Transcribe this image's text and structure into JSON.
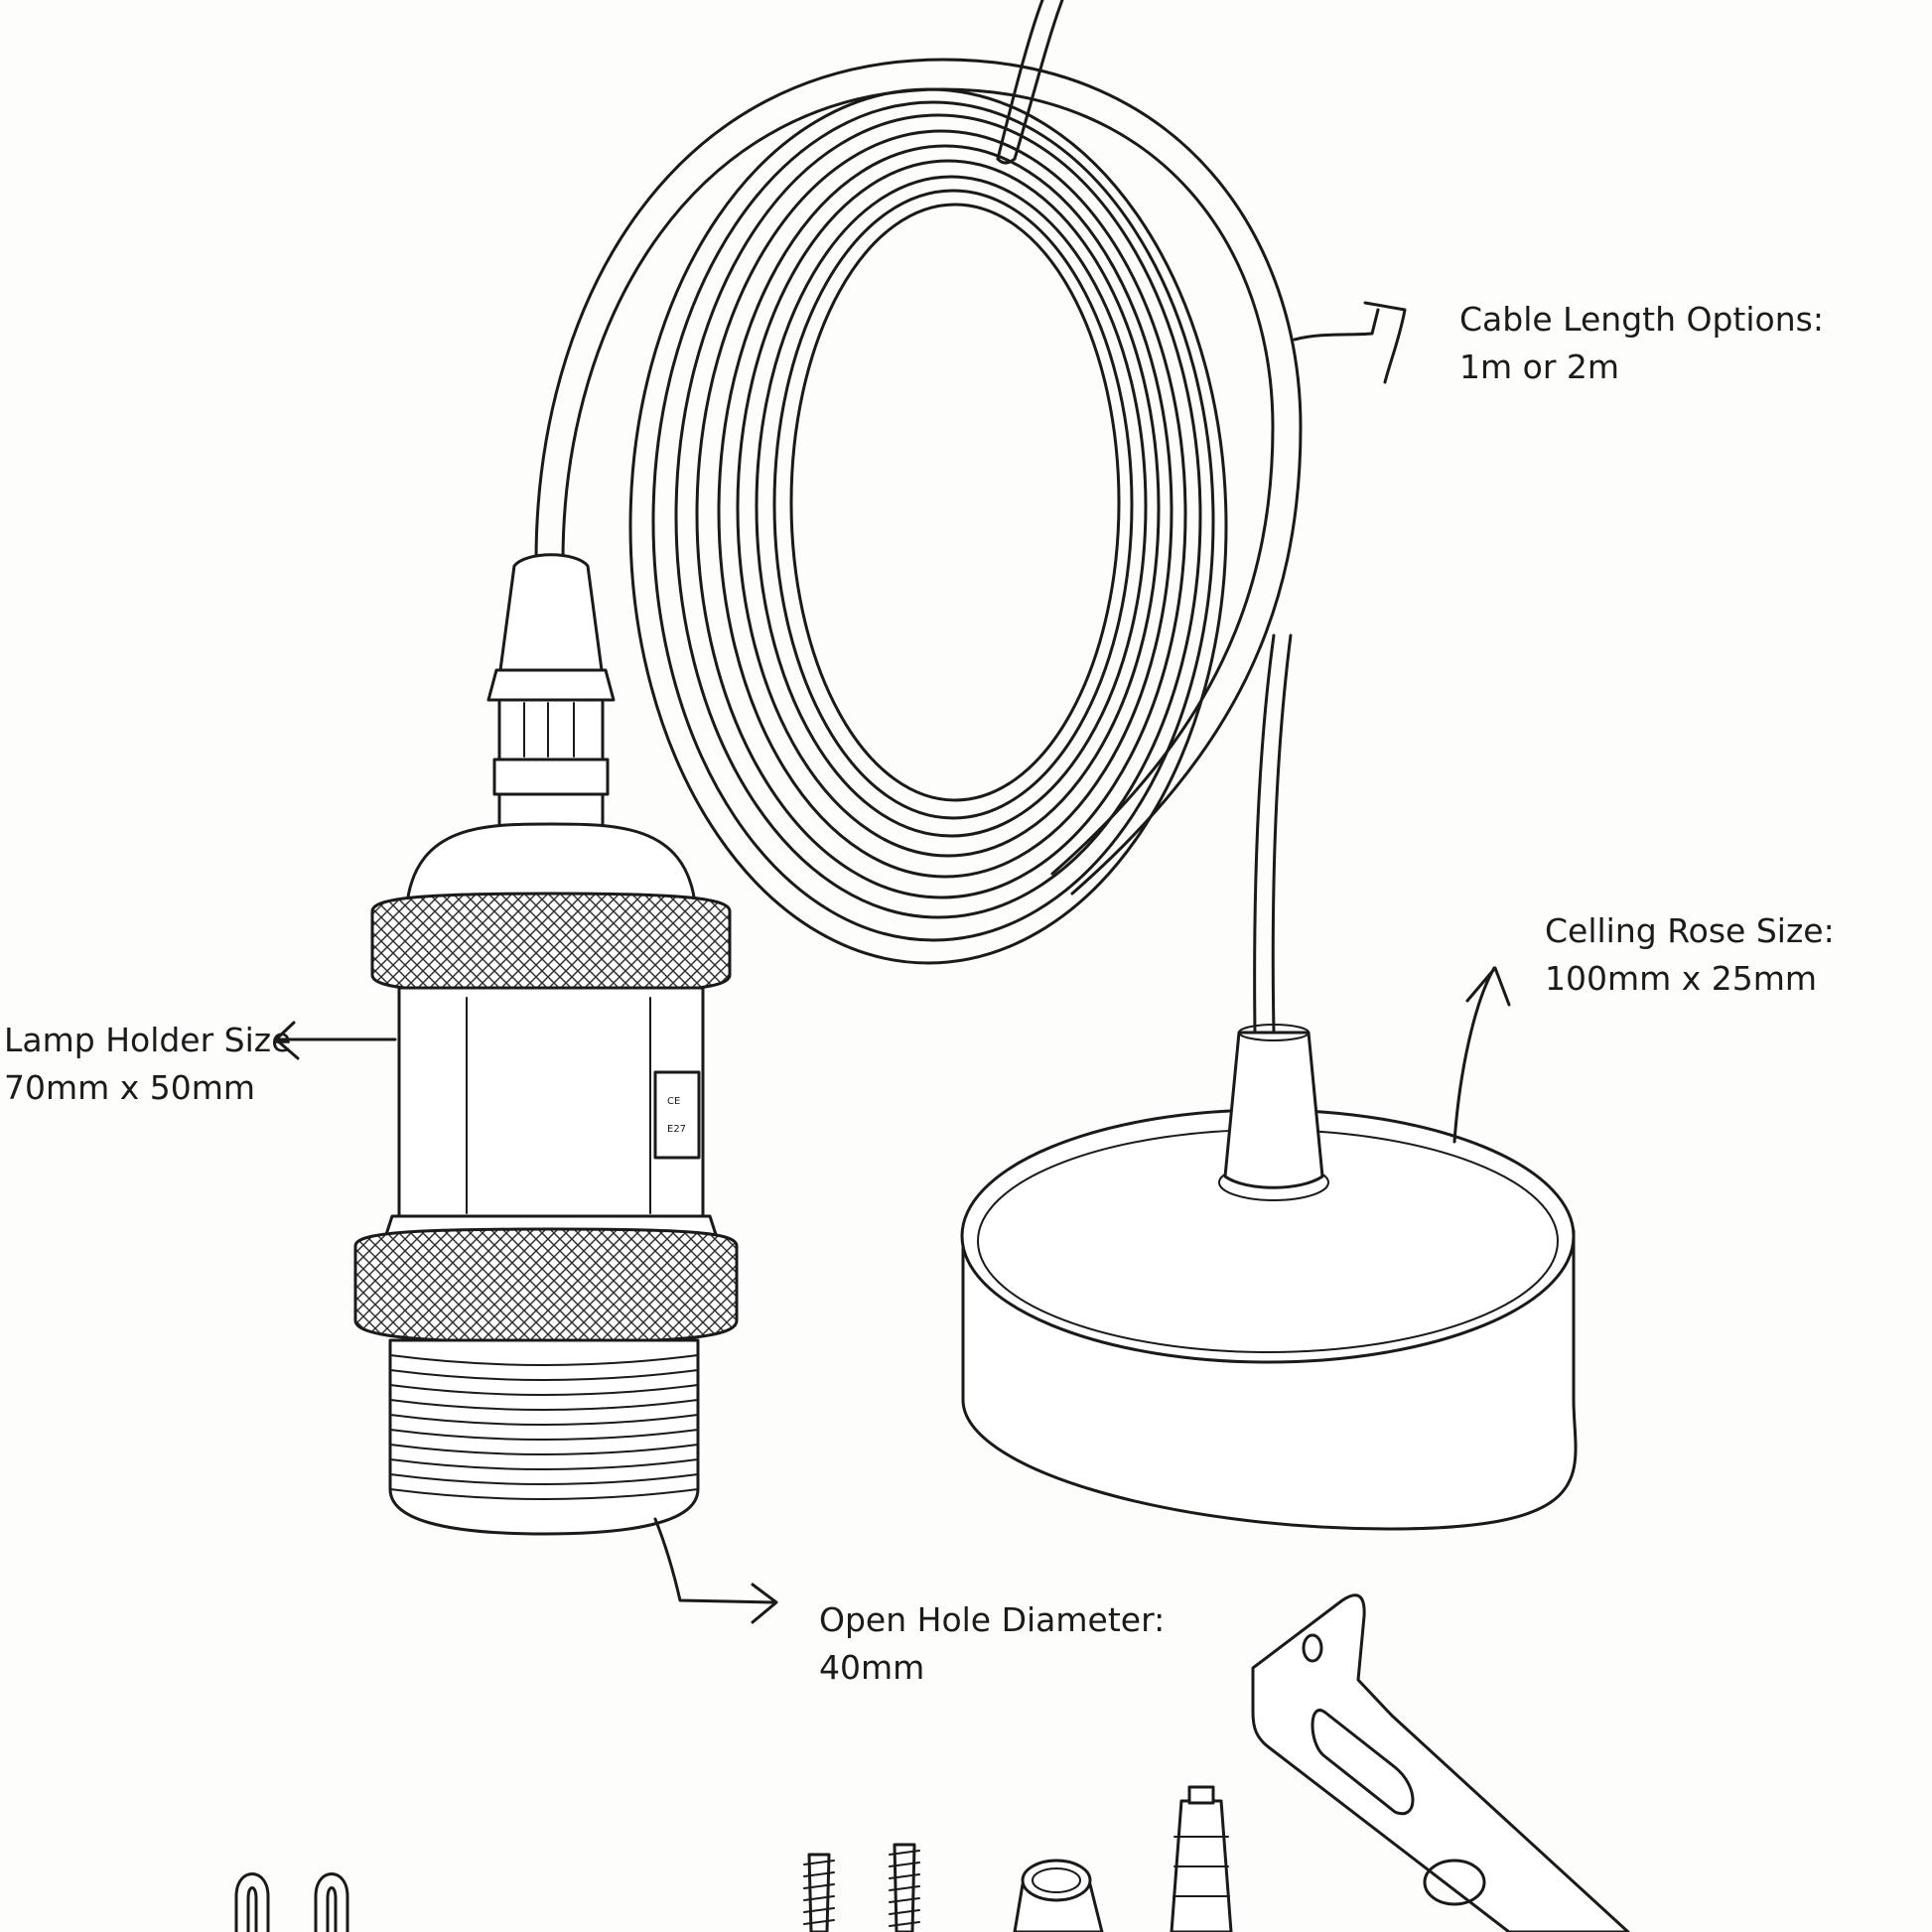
{
  "annotations": {
    "cable": {
      "line1": "Cable Length Options:",
      "line2": "1m or 2m"
    },
    "ceiling_rose": {
      "line1": "Celling Rose Size:",
      "line2": "100mm x 25mm"
    },
    "lamp_holder": {
      "line1": "Lamp Holder Size",
      "line2": "70mm x 50mm"
    },
    "open_hole": {
      "line1": "Open Hole Diameter:",
      "line2": "40mm"
    }
  },
  "holder_label_plate": {
    "line1": "CE",
    "line2": "E27"
  }
}
